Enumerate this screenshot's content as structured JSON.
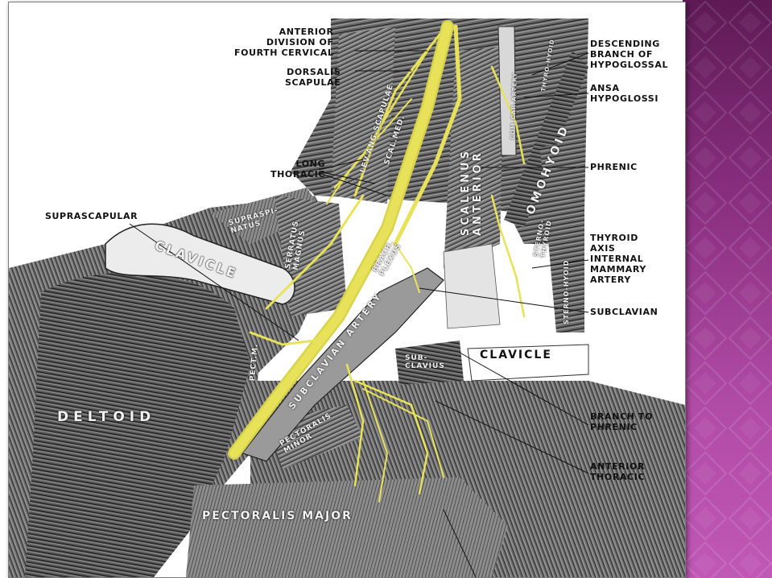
{
  "colors": {
    "accent_band": "#a2419a",
    "nerve_yellow": "#e8e25a",
    "label_ink": "#111111"
  },
  "callout_labels": {
    "anterior_division": "ANTERIOR\nDIVISION OF\nFOURTH CERVICAL",
    "dorsalis_scapulae": "DORSALIS\nSCAPULAE",
    "long_thoracic": "LONG\nTHORACIC",
    "suprascapular": "SUPRASCAPULAR",
    "descending_branch": "DESCENDING\nBRANCH OF\nHYPOGLOSSAL",
    "ansa_hypoglossi": "ANSA\nHYPOGLOSSI",
    "phrenic": "PHRENIC",
    "thyroid_axis": "THYROID\nAXIS\nINTERNAL\nMAMMARY\nARTERY",
    "subclavian": "SUBCLAVIAN",
    "clavicle_right": "CLAVICLE",
    "branch_to_phrenic": "BRANCH TO\nPHRENIC",
    "anterior_thoracic": "ANTERIOR\nTHORACIC"
  },
  "structure_labels": {
    "clavicle_left": "CLAVICLE",
    "deltoid": "DELTOID",
    "pectoralis_major": "PECTORALIS MAJOR",
    "pectoralis_minor": "PECTORALIS\nMINOR",
    "subclavius": "SUB-\nCLAVIUS",
    "subclavian_artery": "SUBCLAVIAN ARTERY",
    "brach_plexus": "BRACH.\nPLEXUS",
    "scalenus_anterior": "SCALENUS\nANTERIOR",
    "omohyoid": "OMOHYOID",
    "lev_ang_scapulae": "LEV.ANG.SCAPULAE",
    "scal_med": "SCAL.MED.",
    "supraspinatus": "SUPRASPI-\nNATUS",
    "serratus_magnus": "SERRATUS\nMAGNUS",
    "pect_m": "PECT.M.",
    "sterno_thyroid": "STERNO-\nTHYROID",
    "sterno_hyoid": "STERNO-HYOID",
    "thyro_hyoid": "THYRO-HYOID",
    "com_car_artery": "COM.CAR.ARTERY"
  }
}
